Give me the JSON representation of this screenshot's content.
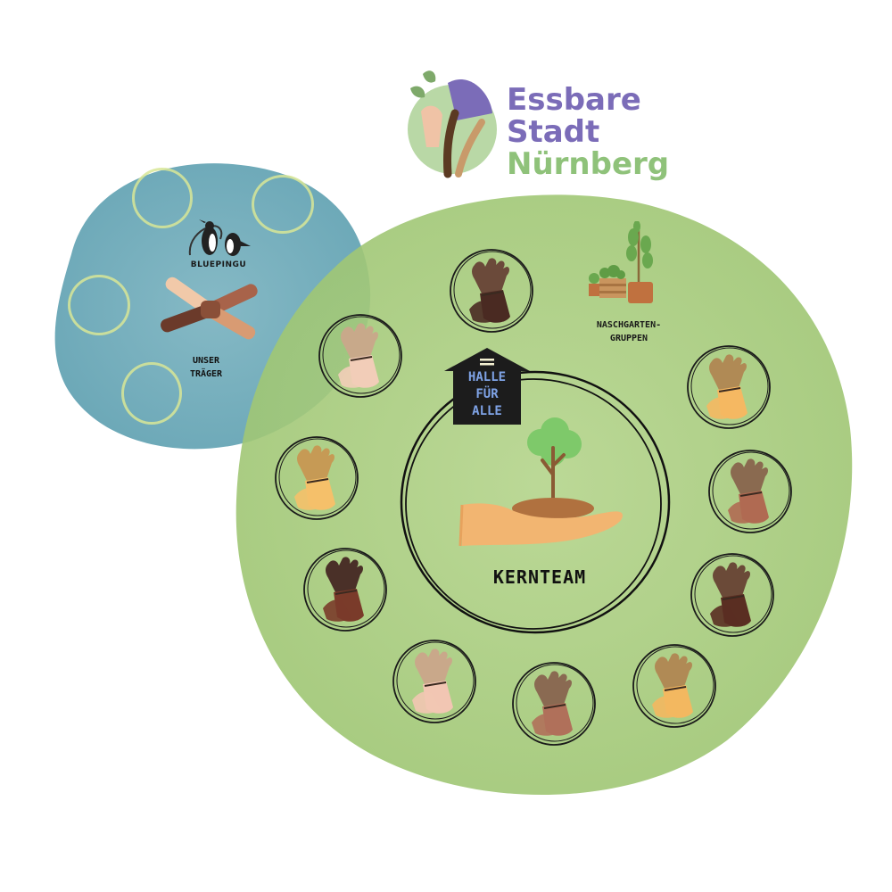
{
  "logo": {
    "line1": "Essbare",
    "line2": "Stadt",
    "line3": "Nürnberg",
    "color_purple": "#7b6cb8",
    "color_green": "#8fc27a",
    "icon": "hands-and-plant-logo-icon"
  },
  "traeger": {
    "brand": "BLUEPINGU",
    "label": "UNSER\nTRÄGER",
    "icon": "penguin-logo-icon",
    "hands_icon": "stacked-hands-icon",
    "color": "#5fa7b6"
  },
  "network": {
    "center_label": "KERNTEAM",
    "center_icon": "hand-with-tree-icon",
    "halle_label": "HALLE\nFÜR\nALLE",
    "halle_icon": "house-icon",
    "naschgarten_label": "NASCHGARTEN-\nGRUPPEN",
    "naschgarten_icon": "garden-plants-icon",
    "member_icon": "gloved-hands-icon",
    "color": "#a8cb7c"
  }
}
